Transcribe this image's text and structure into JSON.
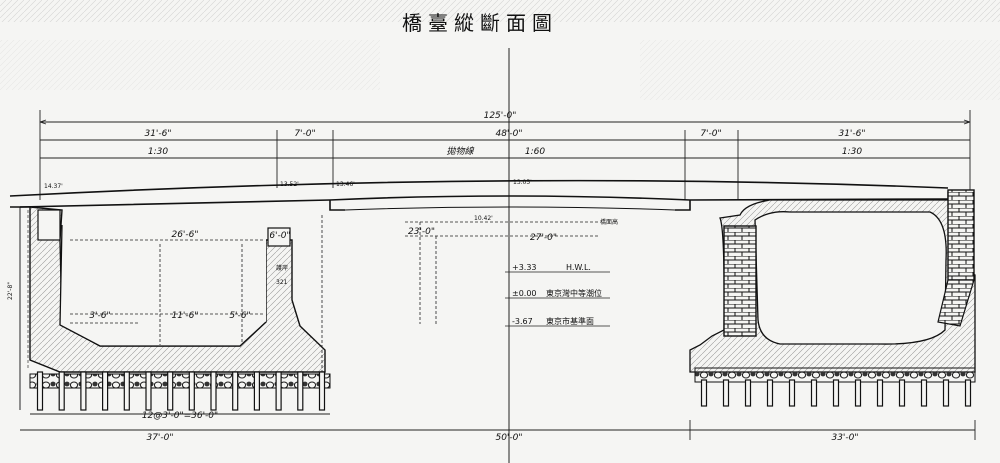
{
  "title": "橋臺縱斷面圖",
  "dimensions": {
    "overall": "125'-0\"",
    "left_approach": "31'-6\"",
    "left_span_short": "7'-0\"",
    "center_span": "48'-0\"",
    "right_span_short": "7'-0\"",
    "right_approach": "31'-6\"",
    "grade_left": "1:30",
    "grade_center": "1:60",
    "grade_right": "1:30",
    "center_label": "拋物線",
    "bottom_left": "37'-0\"",
    "bottom_center": "50'-0\"",
    "bottom_right": "33'-0\"",
    "pile_spacing": "12@3'-0\"=36'-0\"",
    "abutment_width": "26'-6\"",
    "wall_top": "6'-0\"",
    "inner_a": "3'-6\"",
    "inner_b": "11'-6\"",
    "inner_c": "5'-6\"",
    "dim_23": "23'-0\"",
    "dim_27": "27'-0\"",
    "dim_left_vertical": "22'-8\"",
    "wall_label_a": "護岸",
    "wall_label_b": "321"
  },
  "elevations": {
    "left_end": "14.37'",
    "left_mid": "13.52'",
    "left_inner": "13.46'",
    "center": "13.05'",
    "center_small": "10.42'"
  },
  "levels": [
    {
      "value": "+3.33",
      "label": "H.W.L."
    },
    {
      "value": "±0.00",
      "label": "東京灣中等潮位"
    },
    {
      "value": "-3.67",
      "label": "東京市基準面"
    }
  ],
  "side_note": "橋面高"
}
